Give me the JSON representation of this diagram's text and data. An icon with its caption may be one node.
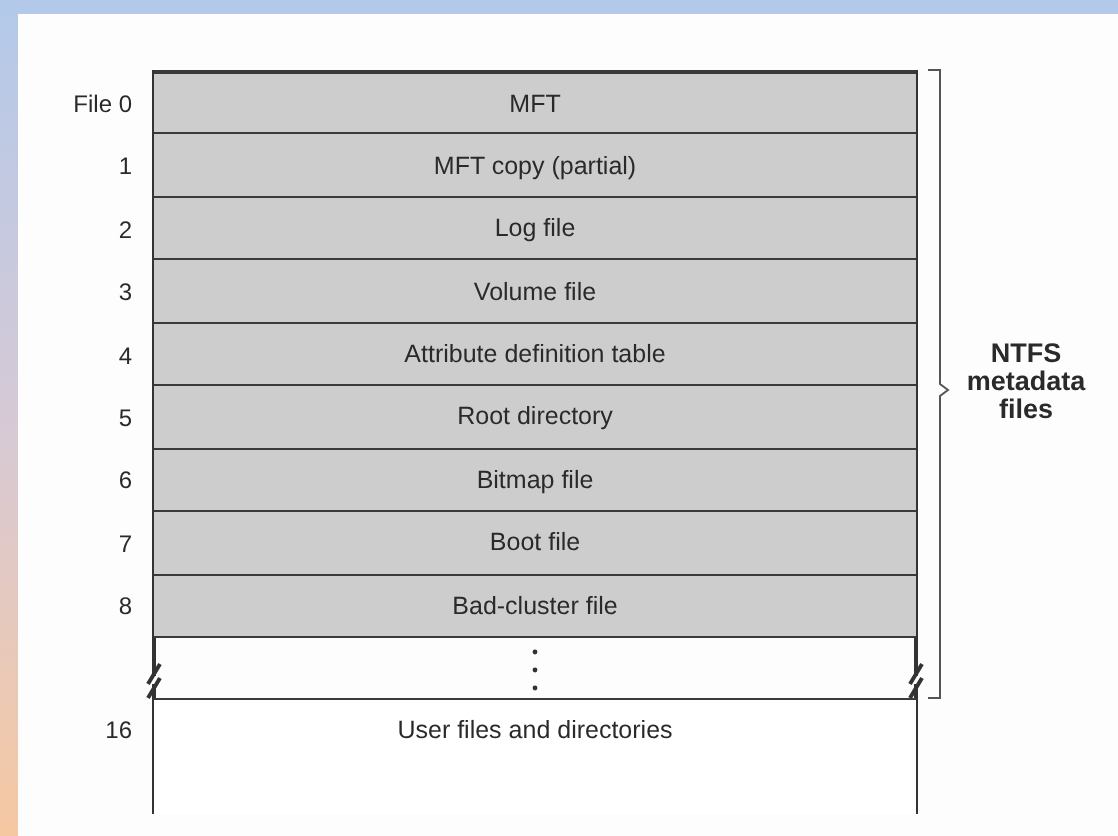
{
  "diagram": {
    "nodes": [
      {
        "text": [
          "MFT"
        ],
        "beside": [
          "File 0"
        ]
      },
      {
        "text": [
          "MFT copy (partial)"
        ],
        "beside": [
          "1"
        ]
      },
      {
        "text": [
          "Log file"
        ],
        "beside": [
          "2"
        ]
      },
      {
        "text": [
          "Volume file"
        ],
        "beside": [
          "3"
        ]
      },
      {
        "text": [
          "Attribute definition table"
        ],
        "beside": [
          "4"
        ]
      },
      {
        "text": [
          "Root directory"
        ],
        "beside": [
          "5"
        ]
      },
      {
        "text": [
          "Bitmap file"
        ],
        "beside": [
          "6"
        ]
      },
      {
        "text": [
          "Boot file"
        ],
        "beside": [
          "7"
        ]
      },
      {
        "text": [
          "Bad-cluster file"
        ],
        "beside": [
          "8"
        ]
      },
      {
        "text": [
          "User files and directories"
        ],
        "beside": [
          "16"
        ]
      }
    ],
    "edges": [],
    "labels": [
      "NTFS metadata files"
    ]
  }
}
